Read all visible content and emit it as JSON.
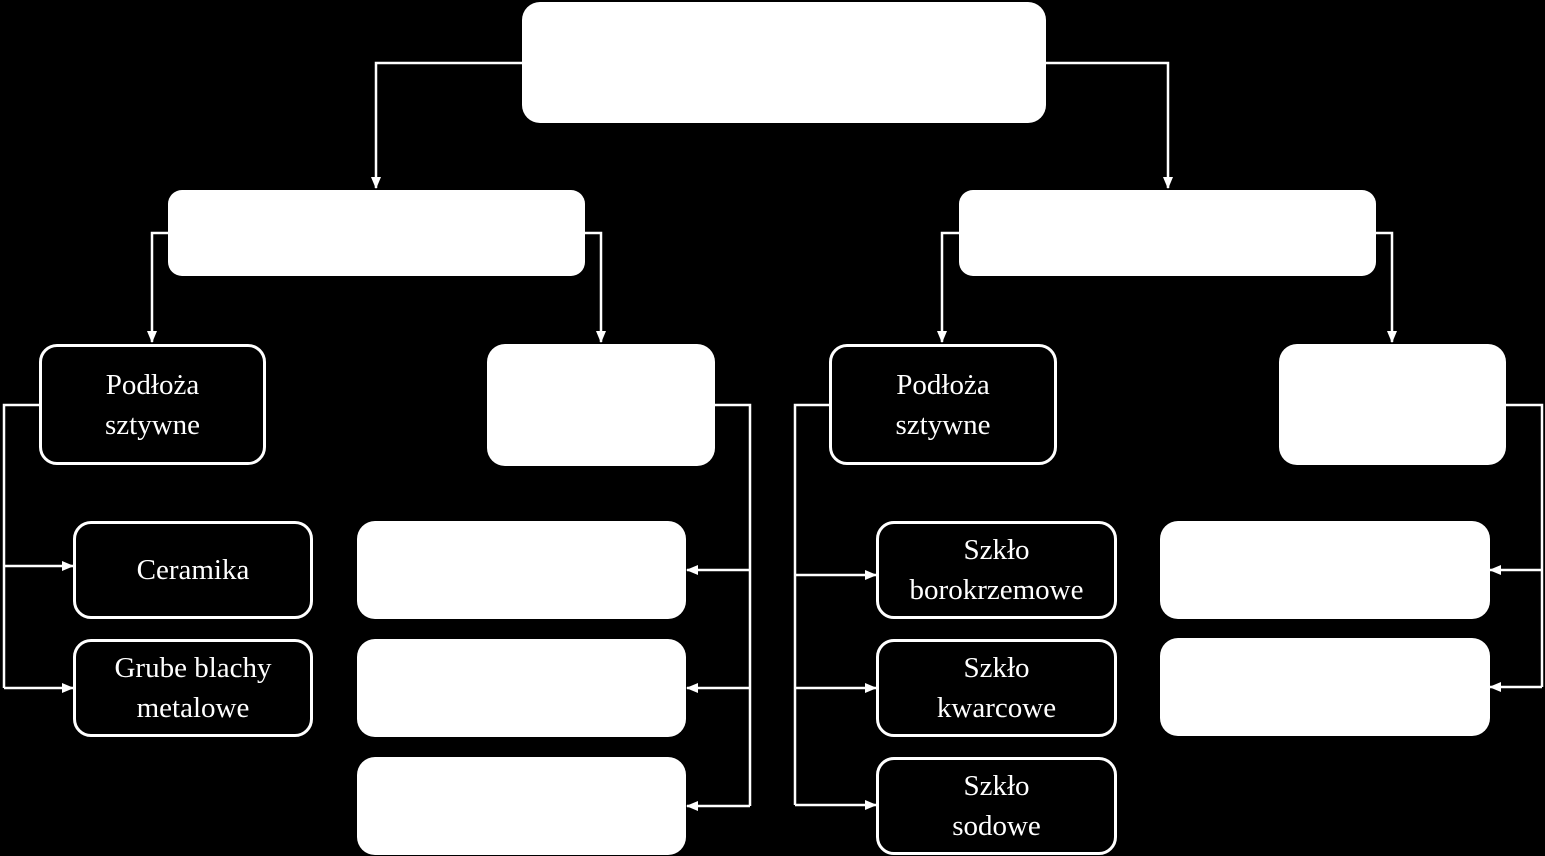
{
  "nodes": {
    "root": "",
    "mid_left": "",
    "mid_right": "",
    "left_rigid": "Podłoża\nsztywne",
    "left_flexible": "",
    "right_rigid": "Podłoża\nsztywne",
    "right_flexible": "",
    "ceramics": "Ceramika",
    "thick_metal": "Grube blachy\nmetalowe",
    "flex_item_1": "",
    "flex_item_2": "",
    "flex_item_3": "",
    "borosilicate": "Szkło\nborokrzemowe",
    "quartz": "Szkło\nkwarcowe",
    "soda": "Szkło\nsodowe",
    "right_flex_item_1": "",
    "right_flex_item_2": ""
  },
  "colors": {
    "background": "#000000",
    "box_fill": "#ffffff",
    "line": "#ffffff"
  }
}
